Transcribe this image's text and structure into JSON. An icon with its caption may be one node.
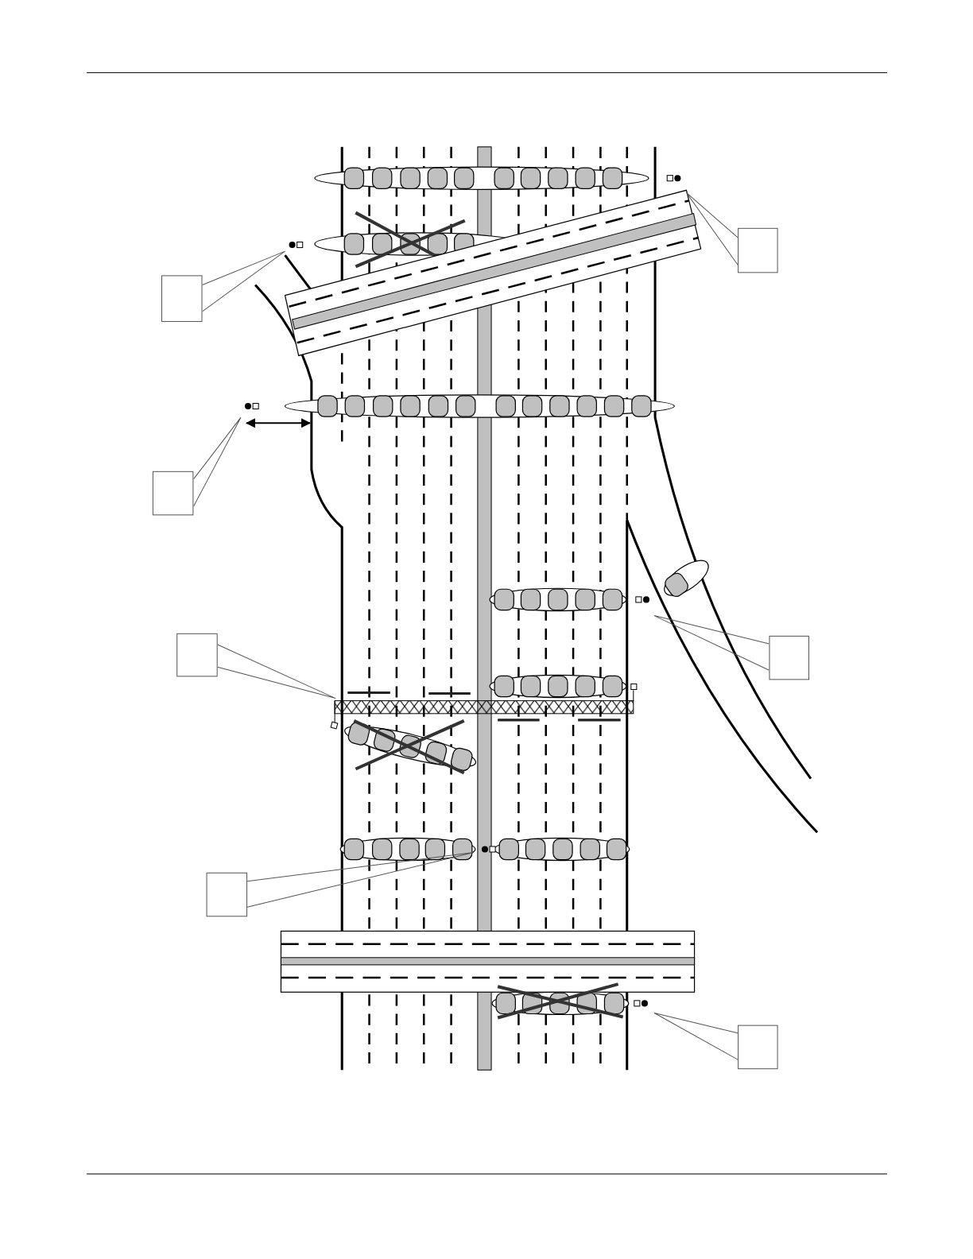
{
  "diagram": {
    "nodes": [
      {
        "text": [],
        "shape": "box"
      },
      {
        "text": [],
        "shape": "box"
      },
      {
        "text": [],
        "shape": "box"
      },
      {
        "text": [],
        "shape": "box"
      },
      {
        "text": [],
        "shape": "box"
      },
      {
        "text": [],
        "shape": "box"
      },
      {
        "text": [],
        "shape": "box"
      }
    ],
    "edges": [
      {
        "from": 0,
        "to": null,
        "arrow": "none"
      },
      {
        "from": 1,
        "to": null,
        "arrow": "none"
      },
      {
        "from": 2,
        "to": null,
        "arrow": "none"
      },
      {
        "from": 3,
        "to": null,
        "arrow": "none"
      },
      {
        "from": 4,
        "to": null,
        "arrow": "none"
      },
      {
        "from": 5,
        "to": null,
        "arrow": "none"
      },
      {
        "from": 6,
        "to": null,
        "arrow": "none"
      }
    ]
  }
}
